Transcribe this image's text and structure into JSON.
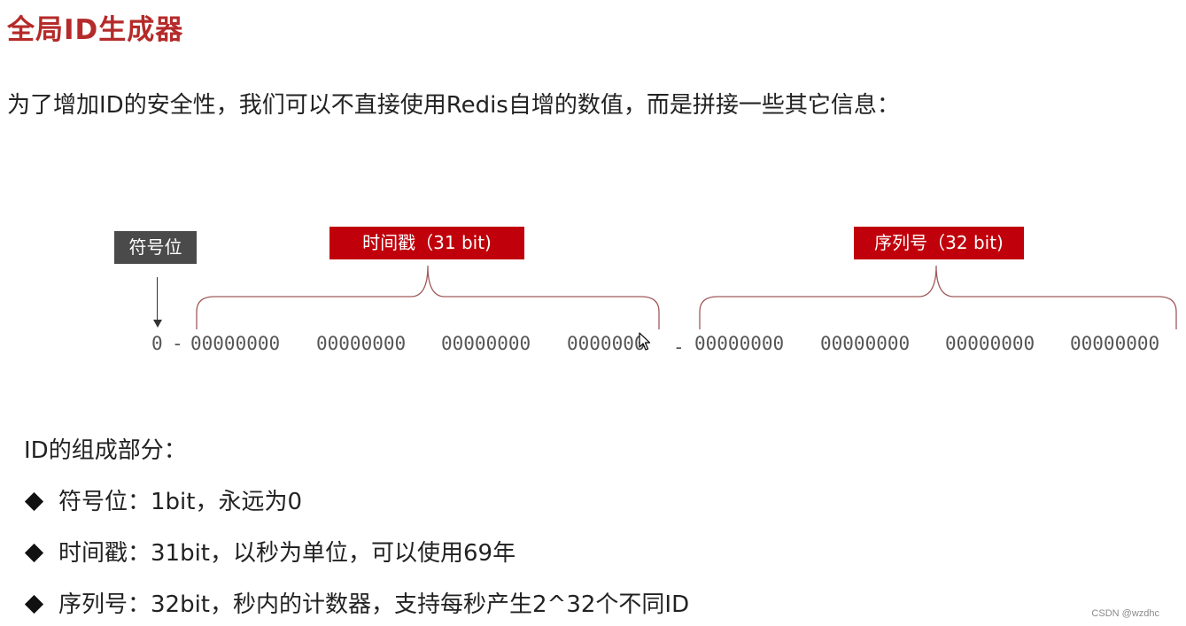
{
  "page": {
    "title": "全局ID生成器",
    "intro": "为了增加ID的安全性，我们可以不直接使用Redis自增的数值，而是拼接一些其它信息："
  },
  "diagram": {
    "labels": {
      "sign": "符号位",
      "timestamp": "时间戳（31 bit)",
      "sequence": "序列号（32 bit)"
    },
    "bits": {
      "sign_bit": "0",
      "separator": "-",
      "timestamp_groups": [
        "00000000",
        "00000000",
        "00000000",
        "0000000"
      ],
      "sequence_groups": [
        "00000000",
        "00000000",
        "00000000",
        "00000000"
      ]
    },
    "colors": {
      "label_red": "#c0000b",
      "label_gray": "#4a4a4a",
      "brace": "#a05a5a"
    }
  },
  "composition": {
    "heading": "ID的组成部分：",
    "items": [
      "符号位：1bit，永远为0",
      "时间戳：31bit，以秒为单位，可以使用69年",
      "序列号：32bit，秒内的计数器，支持每秒产生2^32个不同ID"
    ]
  },
  "watermark": "CSDN @wzdhc",
  "colors": {
    "title": "#b52a2a"
  }
}
